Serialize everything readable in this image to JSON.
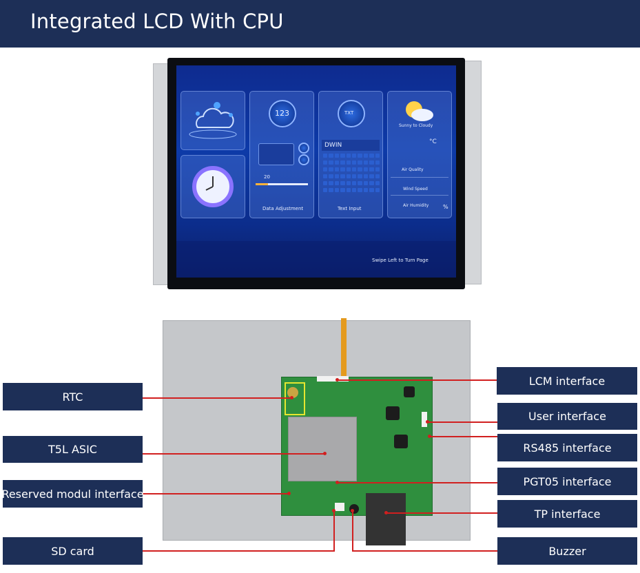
{
  "banner": {
    "title": "Integrated LCD With CPU"
  },
  "screen": {
    "cards": {
      "number_icon": "123",
      "data_adjustment": {
        "value": "20",
        "label": "Data Adjustment"
      },
      "text_input": {
        "icon": "TXT",
        "field_value": "DWIN",
        "label": "Text Input"
      },
      "weather": {
        "condition": "Sunny to Cloudy",
        "unit_celsius": "°C",
        "air_quality": "Air Quality",
        "wind_speed": "Wind Speed",
        "air_humidity": "Air Humidity",
        "humidity_unit": "%"
      }
    },
    "footer_hint": "Swipe Left to Turn Page"
  },
  "labels": {
    "left": [
      "RTC",
      "T5L ASIC",
      "Reserved modul interface",
      "SD card"
    ],
    "right": [
      "LCM interface",
      "User interface",
      "RS485 interface",
      "PGT05 interface",
      "TP interface",
      "Buzzer"
    ]
  },
  "colors": {
    "banner": "#1d2f57",
    "label_bg": "#1d2f57",
    "leader_line": "#d11f1f",
    "pcb": "#2f8f3e"
  }
}
